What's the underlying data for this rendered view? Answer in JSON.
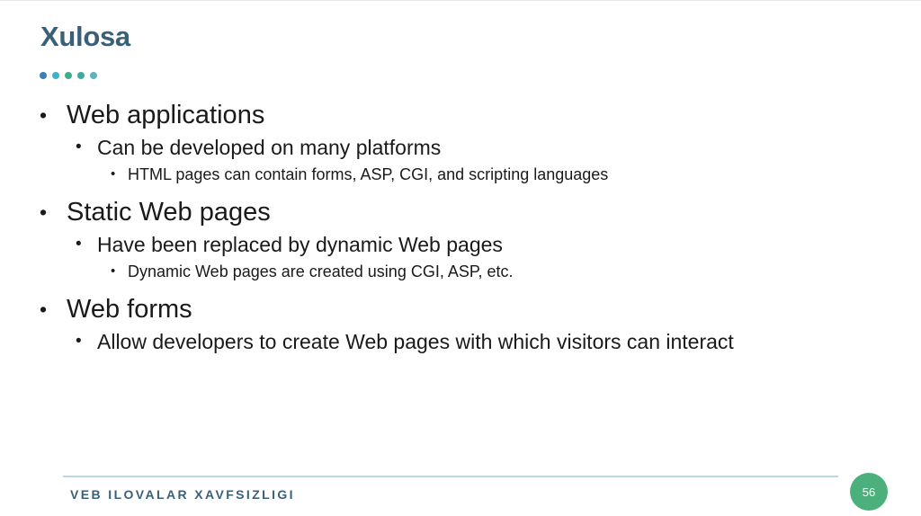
{
  "slide": {
    "title": "Xulosa",
    "decor_dot_colors": [
      "#3a7fb5",
      "#3fb0c8",
      "#3fae8a",
      "#3fa9a0",
      "#5fb2c0"
    ],
    "items": [
      {
        "text": "Web applications",
        "children": [
          {
            "text": "Can be developed on many platforms",
            "children": [
              {
                "text": "HTML pages can contain forms, ASP, CGI, and scripting languages"
              }
            ]
          }
        ]
      },
      {
        "text": "Static Web pages",
        "children": [
          {
            "text": "Have been replaced by dynamic Web pages",
            "children": [
              {
                "text": "Dynamic Web pages are created using CGI, ASP, etc."
              }
            ]
          }
        ]
      },
      {
        "text": "Web forms",
        "children": [
          {
            "text": "Allow developers to create Web pages with which visitors can interact",
            "children": []
          }
        ]
      }
    ],
    "footer_text": "VEB ILOVALAR XAVFSIZLIGI",
    "page_number": "56",
    "bullet_char": "•"
  }
}
